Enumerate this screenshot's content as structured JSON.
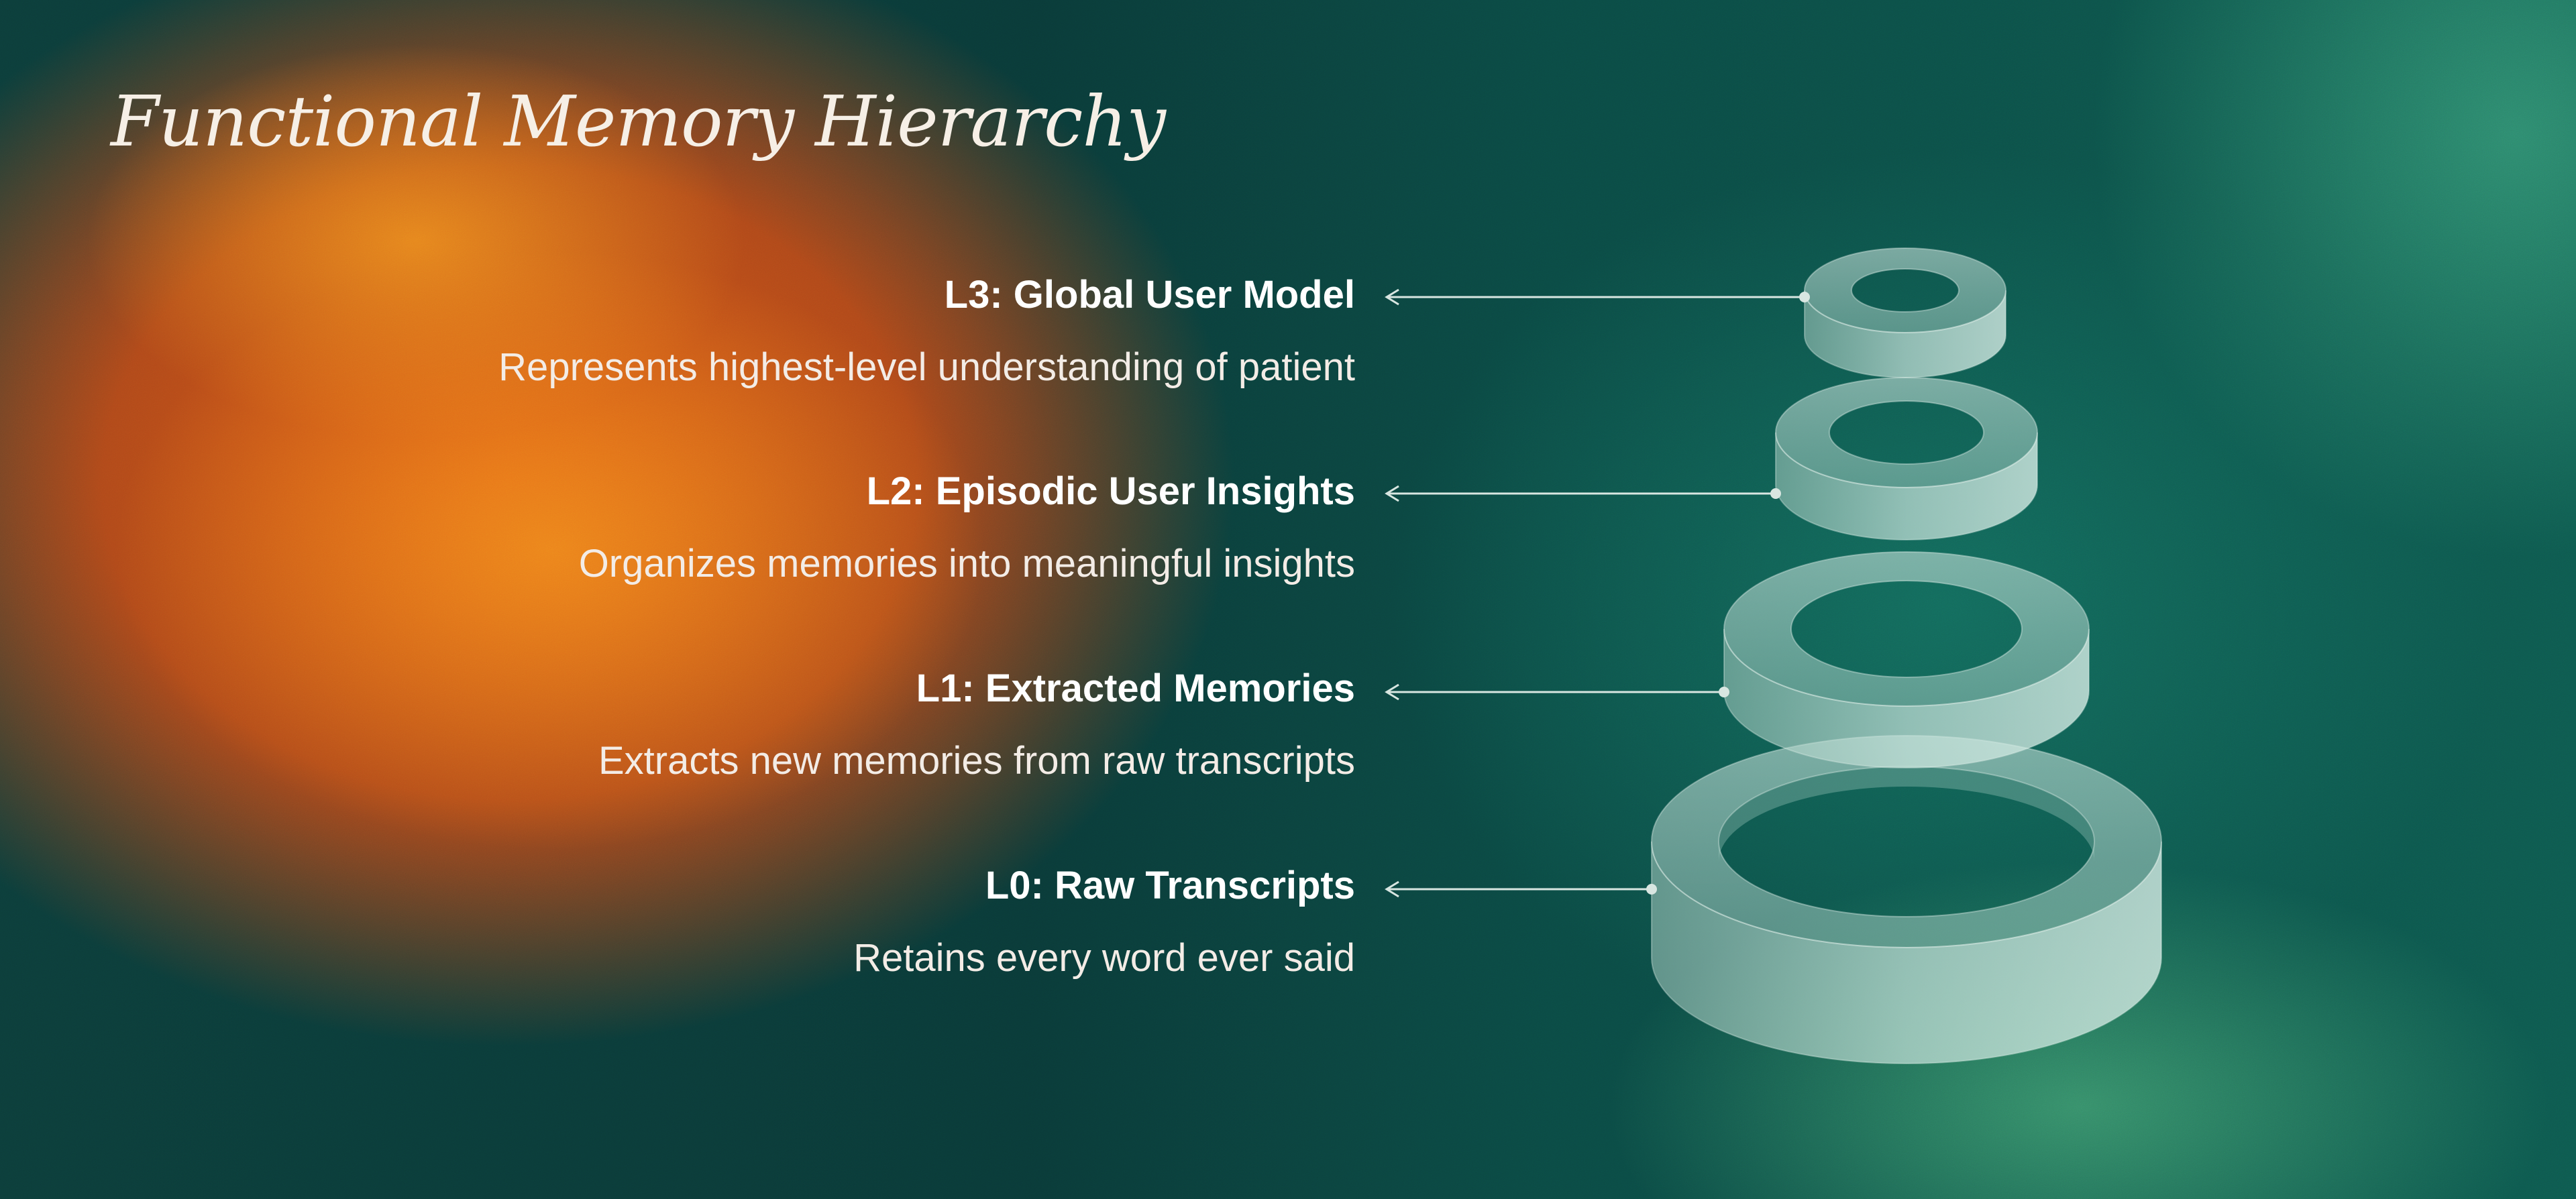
{
  "title": "Functional Memory Hierarchy",
  "levels": [
    {
      "name": "L3: Global User Model",
      "description": "Represents highest-level understanding of patient"
    },
    {
      "name": "L2: Episodic User Insights",
      "description": "Organizes memories into meaningful insights"
    },
    {
      "name": "L1: Extracted Memories",
      "description": "Extracts new memories from raw transcripts"
    },
    {
      "name": "L0: Raw Transcripts",
      "description": "Retains every word ever said"
    }
  ],
  "colors": {
    "orange": "#e0641a",
    "teal": "#0b4a44",
    "ring": "#b9ddd4",
    "connector": "#d8e6e1"
  }
}
